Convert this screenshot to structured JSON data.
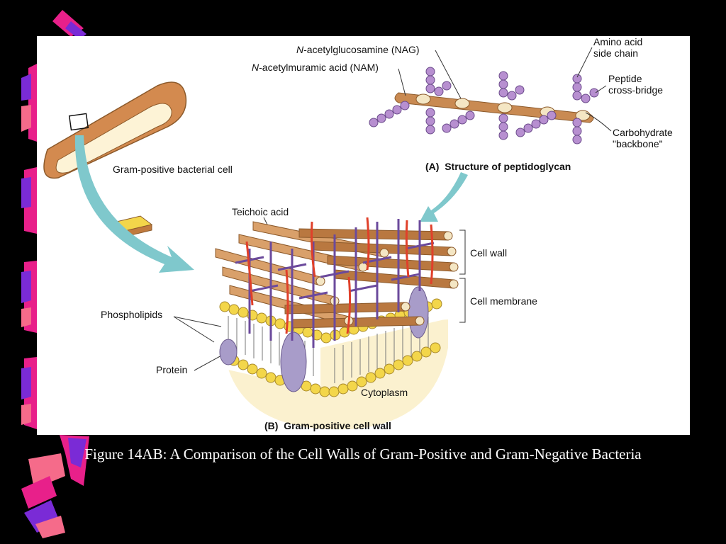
{
  "slide": {
    "caption": "Figure 14AB: A Comparison of the Cell Walls of Gram-Positive and Gram-Negative Bacteria"
  },
  "colors": {
    "background": "#000000",
    "decor_magenta": "#e8208a",
    "decor_purple": "#7a2bd6",
    "decor_pink": "#f56b8a",
    "arrow_teal": "#7fc8cc",
    "strand_tan": "#c98a52",
    "teichoic_purple": "#6b4a9c",
    "teichoic_red": "#e0402a",
    "lipid_yellow": "#f3d64a",
    "protein_lavender": "#a89cc9",
    "cytoplasm": "#fbf1cf"
  },
  "diagram": {
    "labels": {
      "nag_prefix": "N",
      "nag_rest": "-acetylglucosamine (NAG)",
      "nam_prefix": "N",
      "nam_rest": "-acetylmuramic acid (NAM)",
      "amino_acid_line1": "Amino acid",
      "amino_acid_line2": "side chain",
      "peptide_line1": "Peptide",
      "peptide_line2": "cross-bridge",
      "carbohydrate_line1": "Carbohydrate",
      "carbohydrate_line2": "\"backbone\"",
      "gram_positive_cell": "Gram-positive bacterial cell",
      "part_a_letter": "(A)",
      "part_a_title": "Structure of peptidoglycan",
      "teichoic_acid": "Teichoic acid",
      "cell_wall": "Cell wall",
      "cell_membrane": "Cell membrane",
      "phospholipids": "Phospholipids",
      "protein": "Protein",
      "cytoplasm": "Cytoplasm",
      "part_b_letter": "(B)",
      "part_b_title": "Gram-positive cell wall"
    }
  }
}
